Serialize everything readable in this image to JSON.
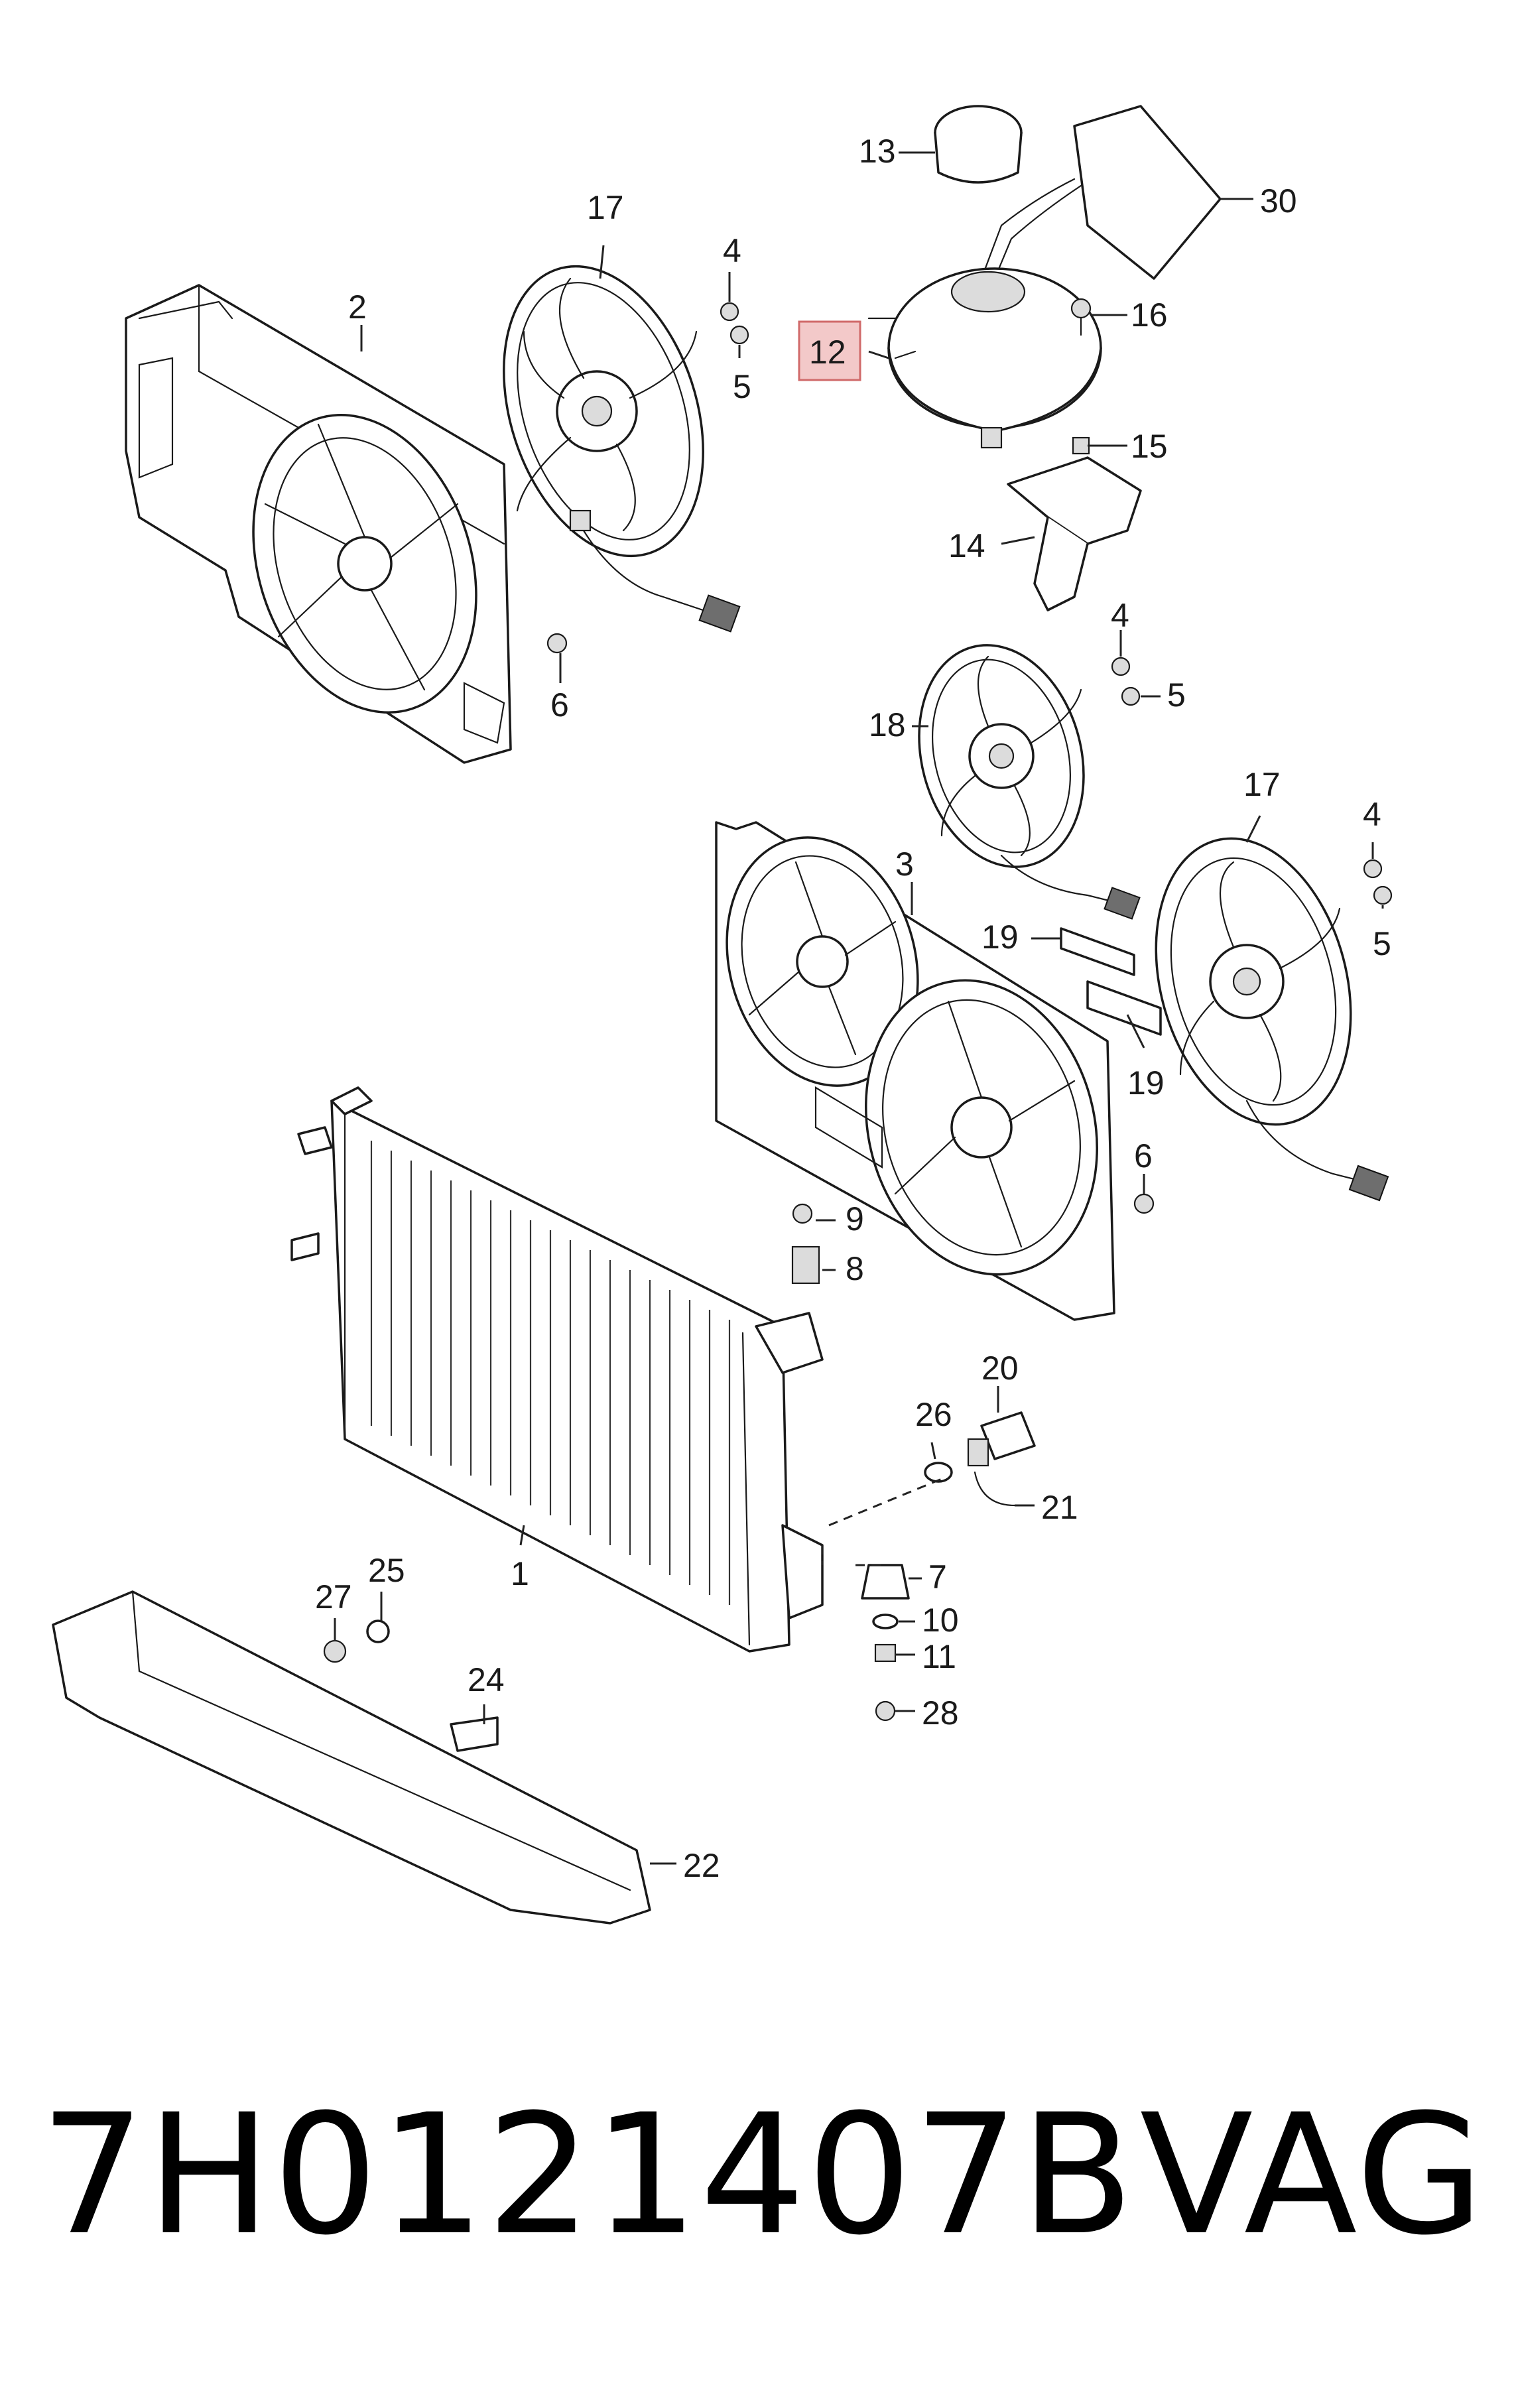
{
  "callouts": {
    "c1": "1",
    "c2": "2",
    "c3": "3",
    "c4a": "4",
    "c4b": "4",
    "c4c": "4",
    "c5a": "5",
    "c5b": "5",
    "c5c": "5",
    "c6a": "6",
    "c6b": "6",
    "c7": "7",
    "c8": "8",
    "c9": "9",
    "c10": "10",
    "c11": "11",
    "c12": "12",
    "c13": "13",
    "c14": "14",
    "c15": "15",
    "c16": "16",
    "c17a": "17",
    "c17b": "17",
    "c18": "18",
    "c19a": "19",
    "c19b": "19",
    "c20": "20",
    "c21": "21",
    "c22": "22",
    "c24": "24",
    "c25": "25",
    "c26": "26",
    "c27": "27",
    "c28": "28",
    "c30": "30"
  },
  "highlight": {
    "part": "12",
    "color": "#f3c9c9",
    "border": "#d06a6a"
  },
  "caption": {
    "part_number": "7H0121407B",
    "brand": "VAG"
  }
}
